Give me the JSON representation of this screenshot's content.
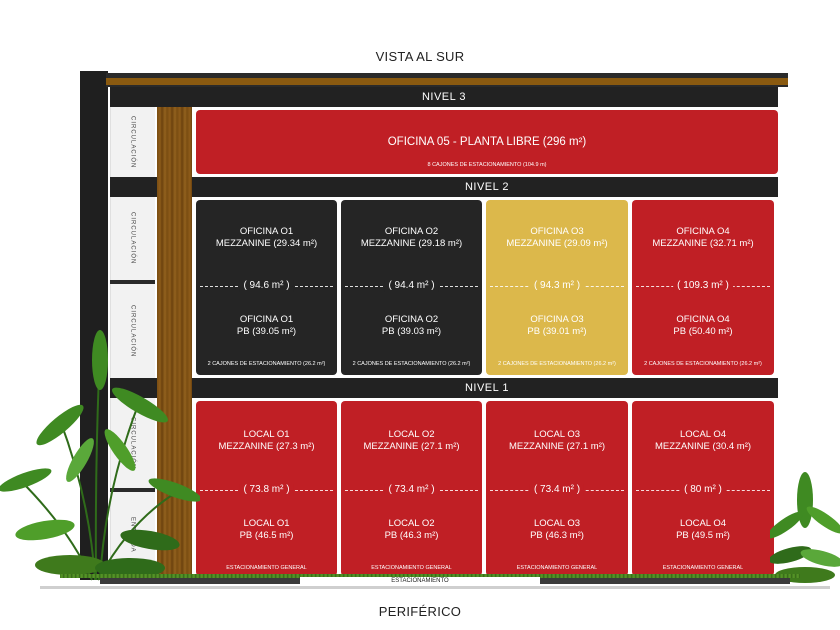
{
  "top_title": "VISTA AL SUR",
  "bottom_title": "PERIFÉRICO",
  "levels": {
    "nivel3": "NIVEL 3",
    "nivel2": "NIVEL 2",
    "nivel1": "NIVEL 1"
  },
  "circulation": [
    "CIRCULACIÓN",
    "CIRCULACIÓN",
    "CIRCULACIÓN",
    "CIRCULACIÓN",
    "ENTRADA"
  ],
  "nivel3_card": {
    "title": "OFICINA 05 - PLANTA LIBRE (296 m²)",
    "parking": "8 CAJONES DE ESTACIONAMIENTO (104.9 m)",
    "color": "#c01f25"
  },
  "offices": [
    {
      "top1": "OFICINA O1",
      "top2": "MEZZANINE (29.34 m²)",
      "area": "( 94.6 m² )",
      "bot1": "OFICINA O1",
      "bot2": "PB (39.05 m²)",
      "parking": "2 CAJONES DE ESTACIONAMIENTO (26.2 m²)",
      "color": "#252525"
    },
    {
      "top1": "OFICINA O2",
      "top2": "MEZZANINE (29.18 m²)",
      "area": "( 94.4 m² )",
      "bot1": "OFICINA O2",
      "bot2": "PB (39.03 m²)",
      "parking": "2 CAJONES DE ESTACIONAMIENTO (26.2 m²)",
      "color": "#252525"
    },
    {
      "top1": "OFICINA O3",
      "top2": "MEZZANINE (29.09 m²)",
      "area": "( 94.3 m² )",
      "bot1": "OFICINA O3",
      "bot2": "PB (39.01 m²)",
      "parking": "2 CAJONES DE ESTACIONAMIENTO (26.2 m²)",
      "color": "#dcb84b"
    },
    {
      "top1": "OFICINA O4",
      "top2": "MEZZANINE (32.71 m²)",
      "area": "( 109.3 m² )",
      "bot1": "OFICINA O4",
      "bot2": "PB (50.40 m²)",
      "parking": "2 CAJONES DE ESTACIONAMIENTO (26.2 m²)",
      "color": "#c01f25"
    }
  ],
  "locals": [
    {
      "top1": "LOCAL O1",
      "top2": "MEZZANINE (27.3 m²)",
      "area": "( 73.8 m² )",
      "bot1": "LOCAL O1",
      "bot2": "PB (46.5 m²)",
      "parking": "ESTACIONAMIENTO GENERAL",
      "color": "#c01f25"
    },
    {
      "top1": "LOCAL O2",
      "top2": "MEZZANINE (27.1 m²)",
      "area": "( 73.4 m² )",
      "bot1": "LOCAL O2",
      "bot2": "PB (46.3 m²)",
      "parking": "ESTACIONAMIENTO GENERAL",
      "color": "#c01f25"
    },
    {
      "top1": "LOCAL O3",
      "top2": "MEZZANINE (27.1 m²)",
      "area": "( 73.4 m² )",
      "bot1": "LOCAL O3",
      "bot2": "PB (46.3 m²)",
      "parking": "ESTACIONAMIENTO GENERAL",
      "color": "#c01f25"
    },
    {
      "top1": "LOCAL O4",
      "top2": "MEZZANINE (30.4 m²)",
      "area": "( 80 m² )",
      "bot1": "LOCAL O4",
      "bot2": "PB (49.5 m²)",
      "parking": "ESTACIONAMIENTO GENERAL",
      "color": "#c01f25"
    }
  ],
  "ground_label": "ESTACIONAMIENTO"
}
